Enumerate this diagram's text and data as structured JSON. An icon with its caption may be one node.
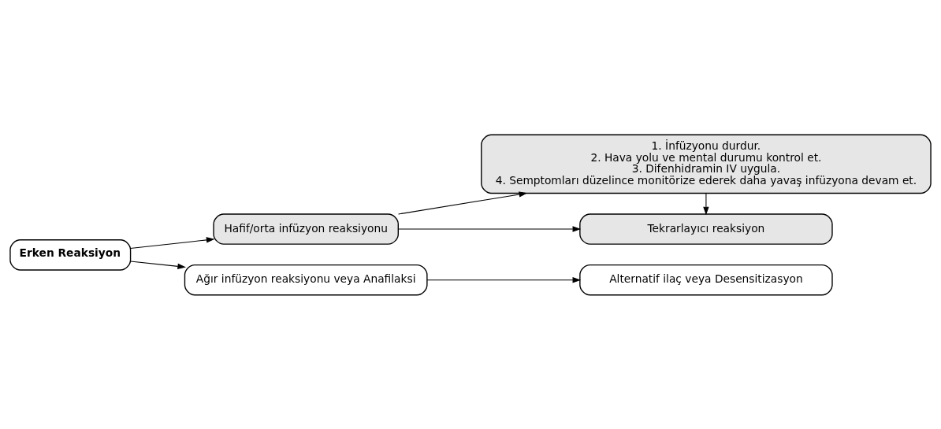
{
  "diagram": {
    "nodes": [
      {
        "text": [
          "Erken Reaksiyon"
        ]
      },
      {
        "text": [
          "Hafif/orta infüzyon reaksiyonu"
        ]
      },
      {
        "text": [
          "Ağır infüzyon reaksiyonu veya Anafilaksi"
        ]
      },
      {
        "text": [
          "1. İnfüzyonu durdur.",
          "2. Hava yolu ve mental durumu kontrol et.",
          "3. Difenhidramin IV uygula.",
          "4. Semptomları düzelince monitörize ederek daha yavaş infüzyona devam et."
        ]
      },
      {
        "text": [
          "Tekrarlayıcı reaksiyon"
        ]
      },
      {
        "text": [
          "Alternatif ilaç veya Desensitizasyon"
        ]
      }
    ],
    "edges": [
      {
        "from": 0,
        "to": 1,
        "arrow": "to"
      },
      {
        "from": 0,
        "to": 2,
        "arrow": "to"
      },
      {
        "from": 1,
        "to": 3,
        "arrow": "to"
      },
      {
        "from": 1,
        "to": 4,
        "arrow": "to"
      },
      {
        "from": 3,
        "to": 4,
        "arrow": "to"
      },
      {
        "from": 2,
        "to": 5,
        "arrow": "to"
      }
    ]
  }
}
